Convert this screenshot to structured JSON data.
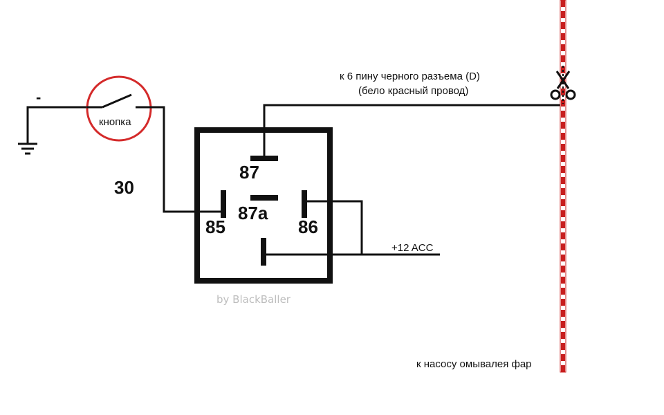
{
  "diagram": {
    "ground_sign": "-",
    "button_label": "кнопка",
    "pin_30": "30",
    "pins": {
      "p87": "87",
      "p87a": "87a",
      "p85": "85",
      "p86": "86"
    },
    "top_label_line1": "к 6 пину черного разъема (D)",
    "top_label_line2": "(бело красный провод)",
    "acc_label": "+12 ACC",
    "pump_label": "к насосу омывалея фар",
    "watermark": "by BlackBaller",
    "colors": {
      "wire": "#111111",
      "button_circle": "#d42a2a",
      "cable_red": "#c81e1e"
    },
    "icons": [
      "ground-icon",
      "switch-icon",
      "scissors-icon"
    ]
  }
}
